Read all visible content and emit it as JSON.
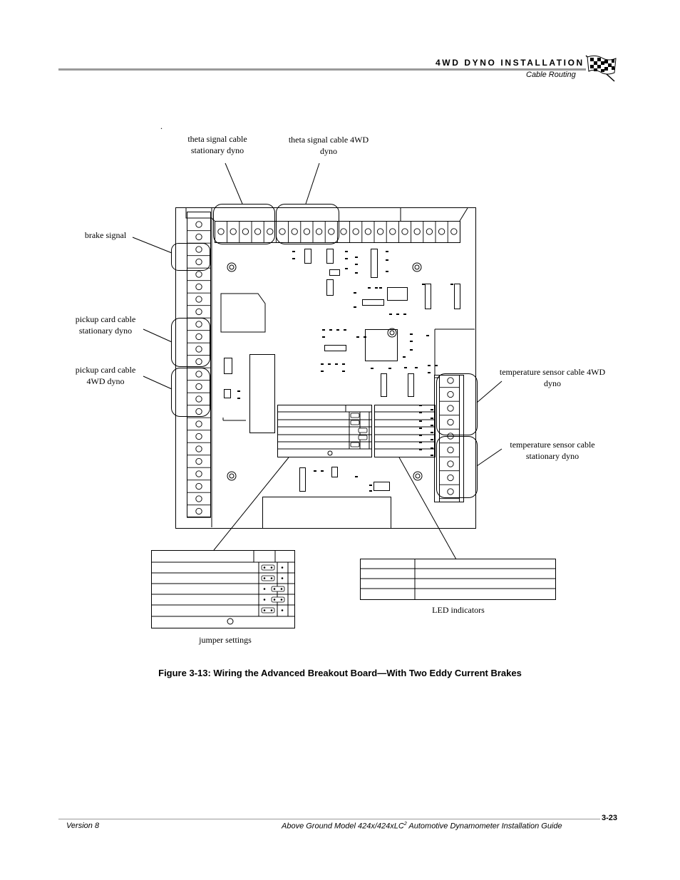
{
  "header": {
    "title": "4WD DYNO INSTALLATION",
    "subtitle": "Cable Routing"
  },
  "figure": {
    "stray_mark": ".",
    "labels": {
      "theta_stationary": "theta signal cable stationary dyno",
      "theta_4wd": "theta signal cable 4WD dyno",
      "brake_signal": "brake signal",
      "pickup_stationary": "pickup card cable stationary dyno",
      "pickup_4wd": "pickup card cable 4WD dyno",
      "temp_4wd": "temperature sensor cable 4WD dyno",
      "temp_stationary": "temperature sensor cable stationary dyno",
      "jumper_settings": "jumper settings",
      "led_indicators": "LED indicators"
    },
    "caption": "Figure 3-13: Wiring the Advanced Breakout Board—With Two Eddy Current Brakes"
  },
  "footer": {
    "version": "Version 8",
    "guide_prefix": "Above Ground Model 424x/424xLC",
    "guide_sup": "2",
    "guide_suffix": " Automotive Dynamometer Installation Guide",
    "page": "3-23"
  }
}
